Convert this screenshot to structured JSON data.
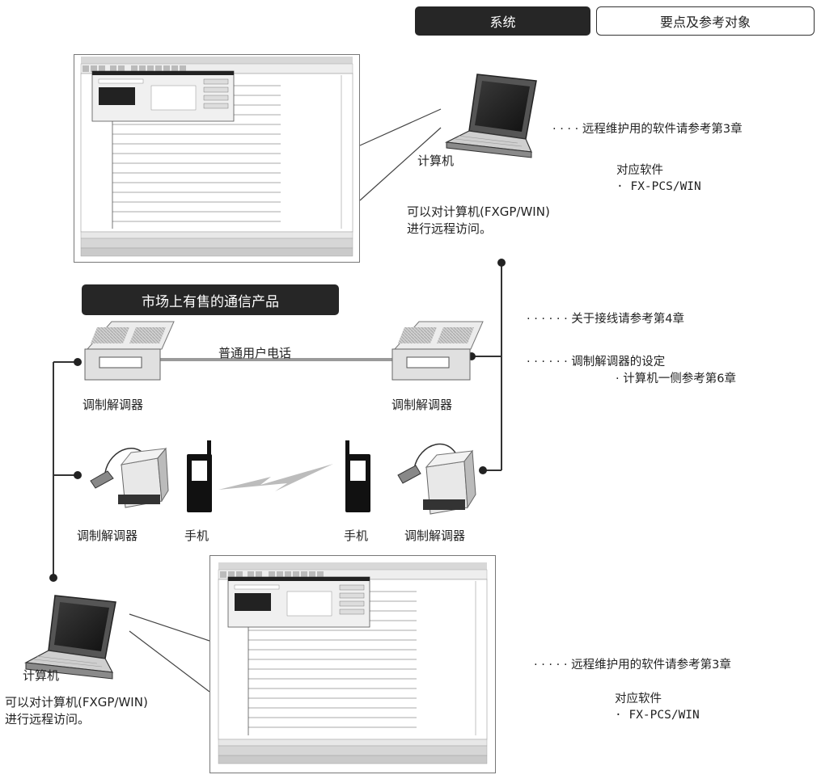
{
  "header": {
    "system": "系统",
    "ref": "要点及参考对象"
  },
  "market_banner": "市场上有售的通信产品",
  "phone_line_label": "普通用户电话",
  "devices": {
    "computer_top": "计算机",
    "computer_bottom": "计算机",
    "modem_left": "调制解调器",
    "modem_right": "调制解调器",
    "modem_mobile_left": "调制解调器",
    "modem_mobile_right": "调制解调器",
    "phone_left": "手机",
    "phone_right": "手机"
  },
  "access_text": {
    "line1": "可以对计算机(FXGP/WIN)",
    "line2": "进行远程访问。"
  },
  "notes": {
    "software_top": "· · · · 远程维护用的软件请参考第3章",
    "supported_top_title": "对应软件",
    "supported_top_item": "· FX-PCS/WIN",
    "wiring": "· · · · · · 关于接线请参考第4章",
    "modem_setting": "· · · · · · 调制解调器的设定",
    "modem_setting_sub": "· 计算机一侧参考第6章",
    "software_bottom": "· · · · · 远程维护用的软件请参考第3章",
    "supported_bottom_title": "对应软件",
    "supported_bottom_item": "· FX-PCS/WIN"
  },
  "colors": {
    "dark": "#262626",
    "line": "#333333",
    "phone_line": "#9a9a9a",
    "device_body": "#e6e6e6"
  }
}
